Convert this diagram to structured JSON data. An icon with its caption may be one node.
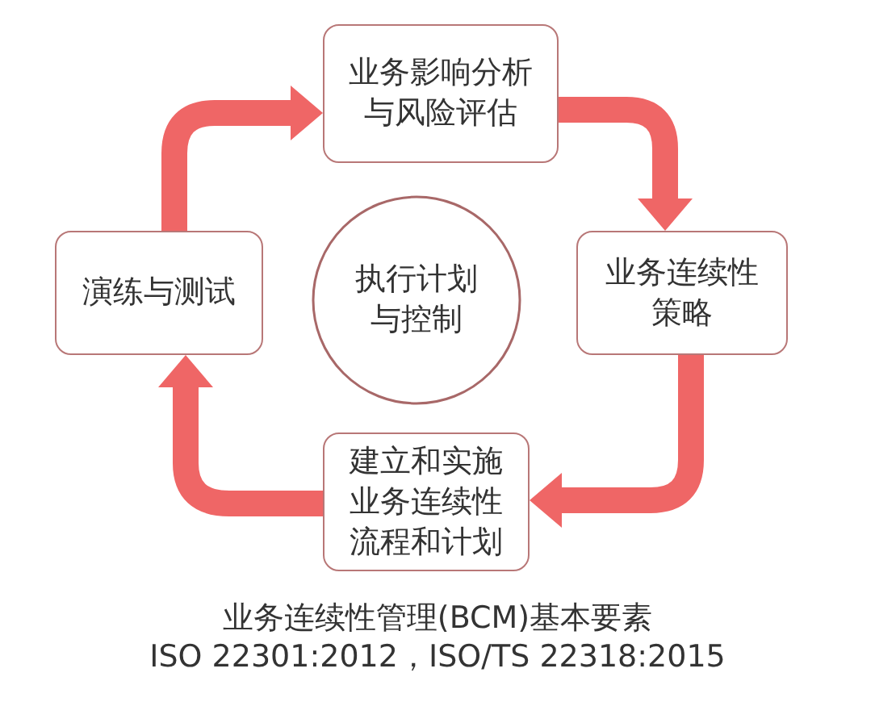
{
  "diagram": {
    "nodes": [
      {
        "text": [
          "业务影响分析与风险评估"
        ]
      },
      {
        "text": [
          "业务连续性策略"
        ]
      },
      {
        "text": [
          "建立和实施业务连续性流程和计划"
        ]
      },
      {
        "text": [
          "演练与测试"
        ]
      },
      {
        "text": [
          "执行计划与控制"
        ]
      }
    ],
    "edges": [
      {
        "from": 3,
        "to": 0,
        "arrow": "to"
      },
      {
        "from": 0,
        "to": 1,
        "arrow": "to"
      },
      {
        "from": 1,
        "to": 2,
        "arrow": "to"
      },
      {
        "from": 2,
        "to": 3,
        "arrow": "to"
      }
    ],
    "labels": [
      "业务连续性管理(BCM)基本要素",
      "ISO 22301:2012，ISO/TS 22318:2015"
    ]
  }
}
